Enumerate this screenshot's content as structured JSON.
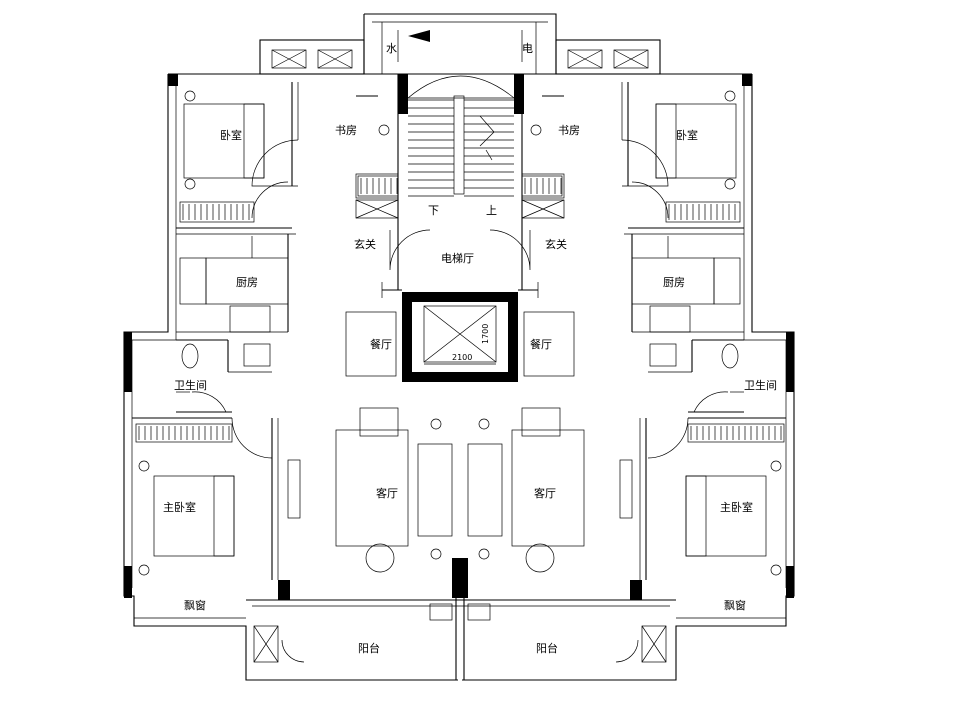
{
  "rooms": {
    "water": "水",
    "electric": "电",
    "study_left": "书房",
    "study_right": "书房",
    "bedroom_left": "卧室",
    "bedroom_right": "卧室",
    "stair_down": "下",
    "stair_up": "上",
    "foyer_left": "玄关",
    "foyer_right": "玄关",
    "elevator_hall": "电梯厅",
    "kitchen_left": "厨房",
    "kitchen_right": "厨房",
    "dining_left": "餐厅",
    "dining_right": "餐厅",
    "bathroom_left": "卫生间",
    "bathroom_right": "卫生间",
    "living_left": "客厅",
    "living_right": "客厅",
    "master_left": "主卧室",
    "master_right": "主卧室",
    "bay_left": "飘窗",
    "bay_right": "飘窗",
    "balcony_left": "阳台",
    "balcony_right": "阳台"
  },
  "dimensions": {
    "elevator_width": "2100",
    "elevator_depth": "1700"
  }
}
